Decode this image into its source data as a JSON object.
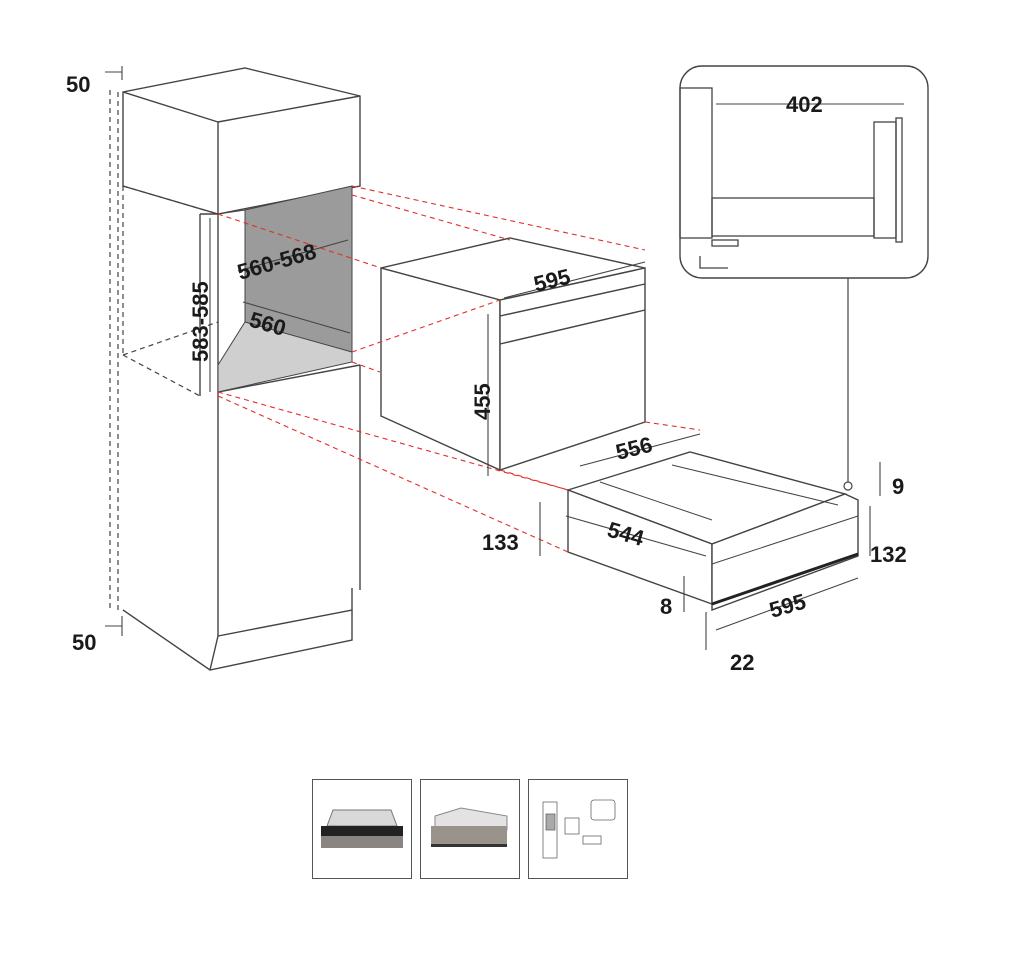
{
  "diagram": {
    "labels": {
      "cab_top": "50",
      "cab_bottom": "50",
      "niche_width": "560-568",
      "niche_depth": "560",
      "niche_height": "583-585",
      "oven_width": "595",
      "oven_height": "455",
      "drawer_depth_outer": "556",
      "drawer_depth_inner": "544",
      "drawer_height": "133",
      "front_height": "132",
      "front_top": "9",
      "front_bottom": "8",
      "front_width": "595",
      "front_thickness": "22",
      "detail_width": "402"
    },
    "colors": {
      "line": "#444444",
      "dashed_red": "#e0302a",
      "niche_gray": "#9b9b9b",
      "niche_floor": "#cfcfcf"
    }
  },
  "thumbnails": [
    {
      "name": "drawer-front-photo"
    },
    {
      "name": "drawer-side-photo"
    },
    {
      "name": "installation-diagram"
    }
  ]
}
